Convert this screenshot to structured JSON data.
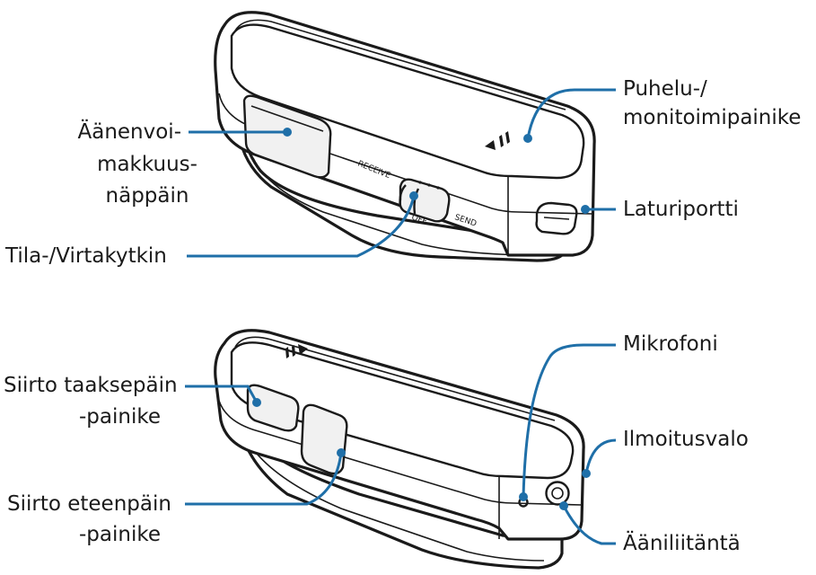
{
  "top_view": {
    "labels": {
      "volume_key": [
        "Äänenvoi-",
        "makkuus-",
        "näppäin"
      ],
      "mode_switch": "Tila-/Virtakytkin",
      "call_button": [
        "Puhelu-/",
        "monitoimipainike"
      ],
      "charger_port": "Laturiportti"
    },
    "switch_text": {
      "receive": "RECEIVE",
      "send": "SEND",
      "off": "OFF"
    }
  },
  "bottom_view": {
    "labels": {
      "prev_button": [
        "Siirto taaksepäin",
        "-painike"
      ],
      "next_button": [
        "Siirto eteenpäin",
        "-painike"
      ],
      "microphone": "Mikrofoni",
      "indicator_light": "Ilmoitusvalo",
      "audio_jack": "Ääniliitäntä"
    }
  },
  "colors": {
    "leader": "#1f6fa8",
    "outline": "#1a1a1a",
    "background": "#ffffff"
  }
}
